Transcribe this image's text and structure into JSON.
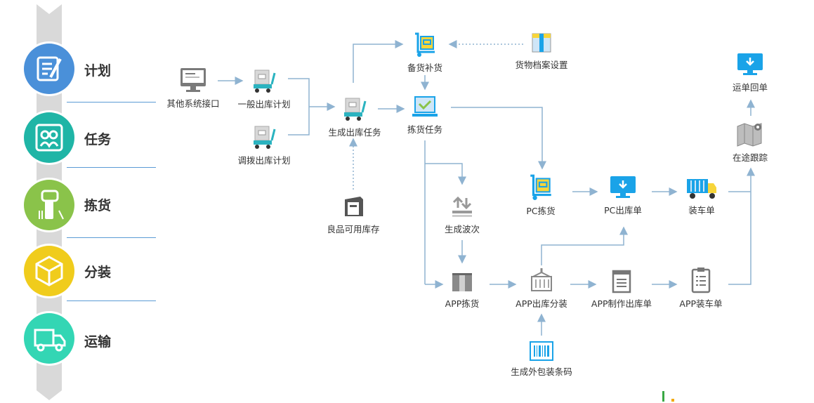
{
  "stages": [
    {
      "label": "计划",
      "color": "#4a90d9",
      "icon": "plan-icon"
    },
    {
      "label": "任务",
      "color": "#1fb5a6",
      "icon": "team-icon"
    },
    {
      "label": "拣货",
      "color": "#8ac34a",
      "icon": "scanner-icon"
    },
    {
      "label": "分装",
      "color": "#f0cc1c",
      "icon": "box-icon"
    },
    {
      "label": "运输",
      "color": "#33d6b4",
      "icon": "truck-icon"
    }
  ],
  "nodes": {
    "other_system": "其他系统接口",
    "general_outbound_plan": "一般出库计划",
    "transfer_outbound_plan": "调拨出库计划",
    "generate_outbound_task": "生成出库任务",
    "stock_replenish": "备货补货",
    "goods_archive_settings": "货物档案设置",
    "picking_task": "拣货任务",
    "good_available_stock": "良品可用库存",
    "generate_wave": "生成波次",
    "pc_picking": "PC拣货",
    "pc_outbound_order": "PC出库单",
    "loading_order": "装车单",
    "app_picking": "APP拣货",
    "app_outbound_split": "APP出库分装",
    "app_make_outbound_order": "APP制作出库单",
    "app_loading_order": "APP装车单",
    "generate_barcode": "生成外包装条码",
    "in_transit_tracking": "在途跟踪",
    "waybill_receipt": "运单回单"
  },
  "colors": {
    "line": "#8fb3d1",
    "accent": "#1aa3e8",
    "teal": "#2bb3c0",
    "gray": "#7a7a7a"
  }
}
